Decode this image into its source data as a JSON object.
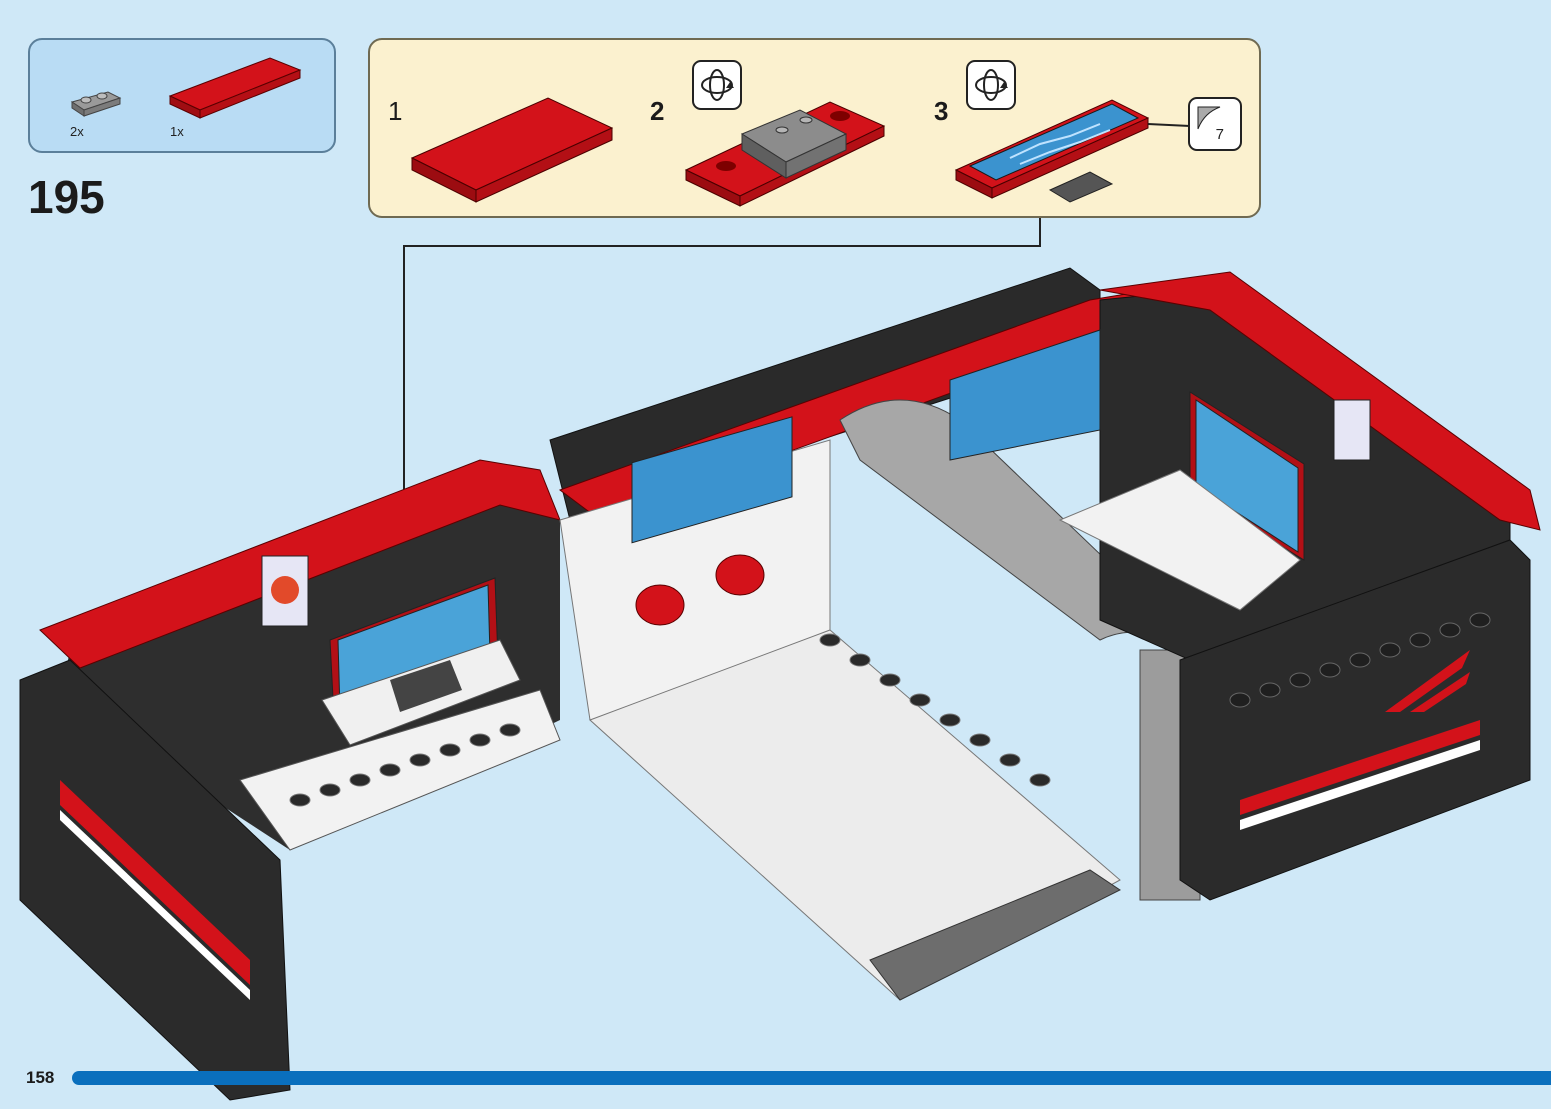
{
  "step": {
    "number": "195"
  },
  "parts": [
    {
      "count": "2x",
      "icon": "grey-clip-plate"
    },
    {
      "count": "1x",
      "icon": "red-tile"
    }
  ],
  "substeps": [
    {
      "number": "1"
    },
    {
      "number": "2"
    },
    {
      "number": "3"
    }
  ],
  "sticker": {
    "number": "7"
  },
  "page": {
    "number": "158"
  },
  "colors": {
    "background": "#cfe8f7",
    "parts_box": "#b9dcf4",
    "substep_box": "#fbf1cf",
    "brick_red": "#d3121a",
    "brick_black": "#2b2b2b",
    "page_bar": "#0a6fbd"
  }
}
